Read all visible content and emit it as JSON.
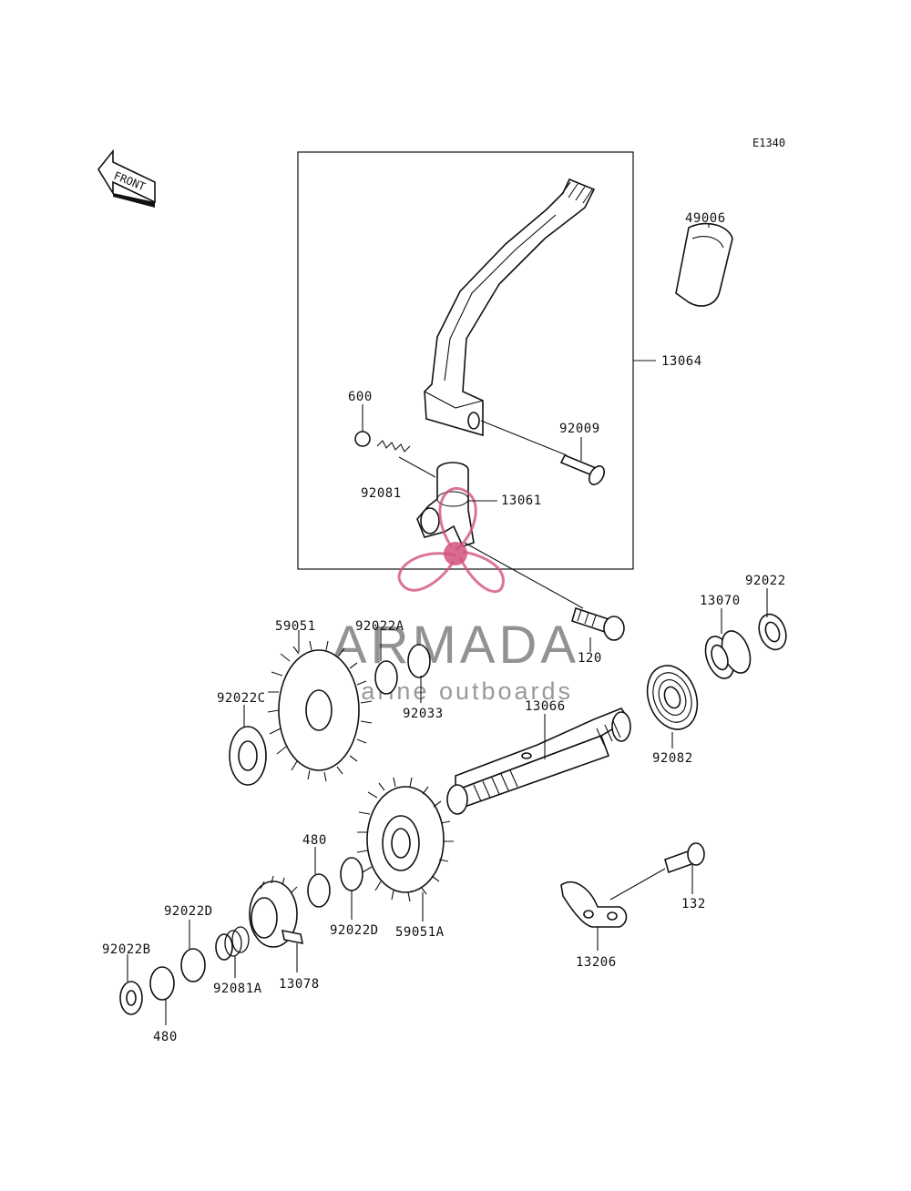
{
  "diagram_code": "E1340",
  "front_label": "FRONT",
  "watermark": {
    "brand": "ARMADA",
    "tagline": "marine outboards",
    "color": "#d2527f"
  },
  "labels": {
    "p49006": "49006",
    "p13064": "13064",
    "p600": "600",
    "p92009": "92009",
    "p92081": "92081",
    "p13061": "13061",
    "p92022": "92022",
    "p13070": "13070",
    "p120": "120",
    "p59051": "59051",
    "p92022A": "92022A",
    "p92033": "92033",
    "p92022C": "92022C",
    "p13066": "13066",
    "p92082": "92082",
    "p480_top": "480",
    "p92022D_mid": "92022D",
    "p59051A": "59051A",
    "p132": "132",
    "p13206": "13206",
    "p92022D_left": "92022D",
    "p92022B": "92022B",
    "p92081A": "92081A",
    "p13078": "13078",
    "p480_bottom": "480"
  }
}
